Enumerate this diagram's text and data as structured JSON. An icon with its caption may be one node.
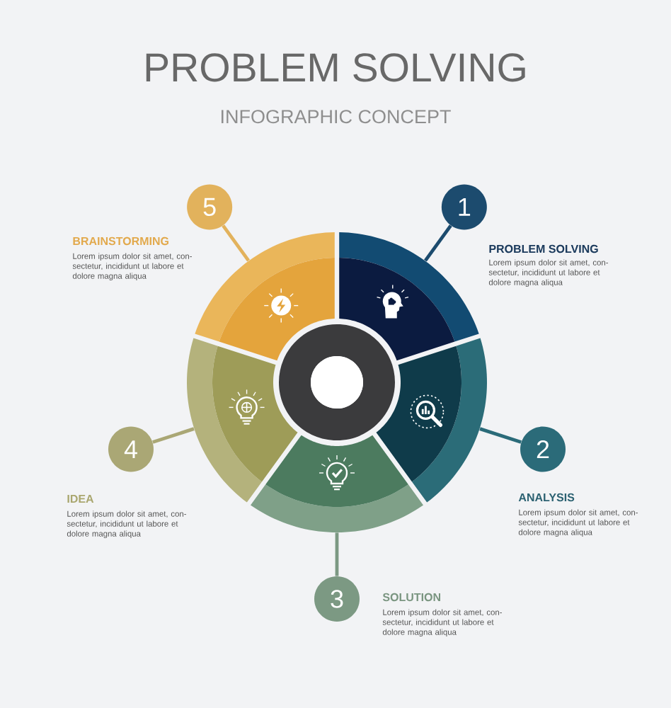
{
  "diagram": {
    "title": "PROBLEM SOLVING",
    "nodes": [
      {
        "text": [
          "1"
        ],
        "beside": [
          "PROBLEM SOLVING",
          "Lorem ipsum dolor sit amet, con- sectetur, incididunt ut labore et dolore magna aliqua"
        ]
      },
      {
        "text": [
          "2"
        ],
        "beside": [
          "ANALYSIS",
          "Lorem ipsum dolor sit amet, con- sectetur, incididunt ut labore et dolore magna aliqua"
        ]
      },
      {
        "text": [
          "3"
        ],
        "beside": [
          "SOLUTION",
          "Lorem ipsum dolor sit amet, con- sectetur, incididunt ut labore et dolore magna aliqua"
        ]
      },
      {
        "text": [
          "4"
        ],
        "beside": [
          "IDEA",
          "Lorem ipsum dolor sit amet, con- sectetur, incididunt ut labore et dolore magna aliqua"
        ]
      },
      {
        "text": [
          "5"
        ],
        "beside": [
          "BRAINSTORMING",
          "Lorem ipsum dolor sit amet, con- sectetur, incididunt ut labore et dolore magna aliqua"
        ]
      },
      {
        "text": [],
        "shape": "sector"
      },
      {
        "text": [],
        "shape": "sector"
      },
      {
        "text": [],
        "shape": "sector"
      },
      {
        "text": [],
        "shape": "sector"
      },
      {
        "text": [],
        "shape": "sector"
      }
    ],
    "edges": [
      {
        "from": 0,
        "to": 6,
        "arrow": "none",
        "color": "#1c4b6e"
      },
      {
        "from": 1,
        "to": 8,
        "arrow": "none",
        "color": "#2b6b79"
      },
      {
        "from": 2,
        "to": 9,
        "arrow": "none",
        "color": "#7c9983"
      },
      {
        "from": 3,
        "to": 7,
        "arrow": "none",
        "color": "#aaa775"
      },
      {
        "from": 4,
        "to": 5,
        "arrow": "none",
        "color": "#e2b25c"
      }
    ],
    "labels": [
      "INFOGRAPHIC CONCEPT"
    ]
  }
}
